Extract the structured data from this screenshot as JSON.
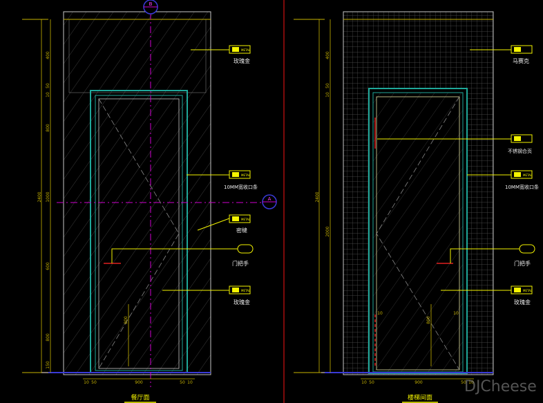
{
  "colors": {
    "background": "#000000",
    "frame": "#c8c8c8",
    "hatch": "#3a3a3a",
    "door_frame": "#1fa89a",
    "door_inner": "#c8c8c8",
    "dim": "#c8b400",
    "leader": "#f5f500",
    "axis": "#d000d0",
    "marker": "#3a3ad8",
    "handle": "#e02020",
    "divider": "#d01010",
    "tag": "#f5f500"
  },
  "left_elevation": {
    "title": "餐厅面",
    "top_level": "",
    "bottom_level": "",
    "axis_marker_top": "B",
    "axis_marker_right": "A",
    "axis_marker_sub": "",
    "dims_vertical": [
      "400",
      "50",
      "10",
      "800",
      "1000",
      "600",
      "800",
      "150"
    ],
    "dim_total": "2400",
    "dims_bottom": [
      "10",
      "50",
      "900",
      "50",
      "10"
    ],
    "handle_code": "",
    "handle_dim": "800",
    "tags": [
      {
        "code": "METAL",
        "label": "玫瑰金"
      },
      {
        "code": "METAL",
        "label": "10MM宽收口条"
      },
      {
        "code": "METAL",
        "label": "密缝"
      },
      {
        "code": "",
        "label": "门把手"
      },
      {
        "code": "METAL",
        "label": "玫瑰金"
      }
    ]
  },
  "right_elevation": {
    "title": "楼梯间面",
    "top_level": "",
    "bottom_level": "",
    "dims_vertical": [
      "400",
      "50",
      "10",
      "2000"
    ],
    "dim_total": "2400",
    "dims_bottom": [
      "10",
      "50",
      "900",
      "50",
      "10"
    ],
    "inner_dims": [
      "10",
      "10"
    ],
    "handle_code": "",
    "handle_dim": "800",
    "tags": [
      {
        "code": "",
        "label": "马赛克"
      },
      {
        "code": "",
        "label": "不锈钢合页"
      },
      {
        "code": "METAL",
        "label": "10MM宽收口条"
      },
      {
        "code": "",
        "label": "门把手"
      },
      {
        "code": "METAL",
        "label": "玫瑰金"
      }
    ]
  },
  "watermark": "DJCheese",
  "watermark_sub": ""
}
